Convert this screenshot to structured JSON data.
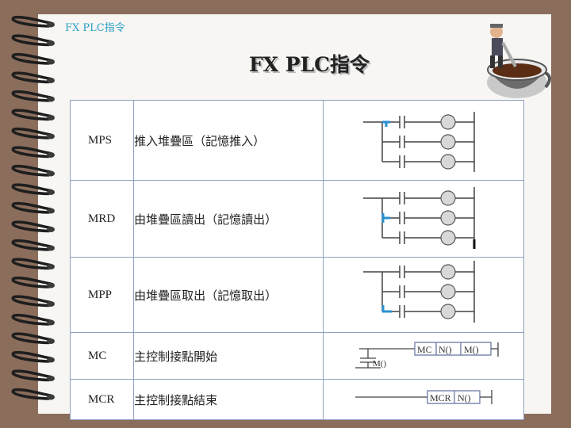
{
  "corner_title": "FX PLC指令",
  "title": "FX PLC指令",
  "rows": [
    {
      "code": "MPS",
      "desc": "推入堆疊區（記憶推入）"
    },
    {
      "code": "MRD",
      "desc": "由堆疊區讀出（記憶讀出）"
    },
    {
      "code": "MPP",
      "desc": "由堆疊區取出（記憶取出）"
    },
    {
      "code": "MC",
      "desc": "主控制接點開始"
    },
    {
      "code": "MCR",
      "desc": "主控制接點結束"
    }
  ],
  "mc_diagram": {
    "instr": "MC",
    "n": "N()",
    "m": "M()",
    "contact_label": "M()"
  },
  "mcr_diagram": {
    "instr": "MCR",
    "n": "N()"
  },
  "colors": {
    "background": "#8b6d5c",
    "page": "#f7f6f3",
    "table_border": "#8fa0c0",
    "accent": "#2a8fd0",
    "corner_title": "#2aa0c4"
  }
}
